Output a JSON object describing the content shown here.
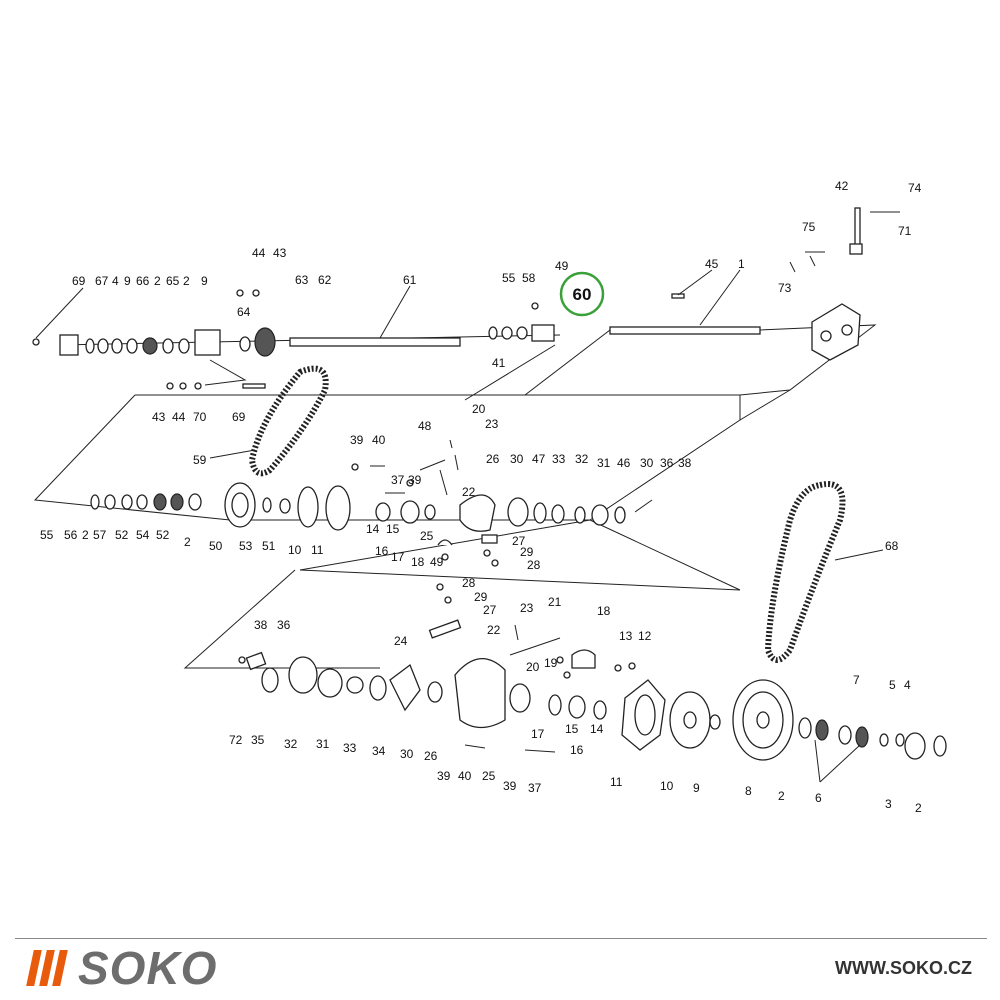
{
  "diagram": {
    "highlight_label": "60",
    "highlight_color": "#3aa03a",
    "labels": {
      "top_left": [
        "69",
        "67",
        "4",
        "9",
        "66",
        "2",
        "65",
        "2",
        "9",
        "44",
        "43",
        "63",
        "62",
        "61",
        "64",
        "43",
        "44",
        "70",
        "69",
        "55",
        "58",
        "49",
        "41"
      ],
      "top_right": [
        "45",
        "1",
        "42",
        "74",
        "75",
        "71",
        "73"
      ],
      "middle": [
        "59",
        "39",
        "40",
        "48",
        "20",
        "23",
        "37",
        "39",
        "26",
        "30",
        "47",
        "33",
        "32",
        "31",
        "46",
        "30",
        "36",
        "38",
        "22",
        "55",
        "56",
        "2",
        "57",
        "52",
        "54",
        "52",
        "2",
        "50",
        "53",
        "51",
        "10",
        "11",
        "14",
        "15",
        "16",
        "17",
        "25",
        "27",
        "29",
        "28",
        "18",
        "49"
      ],
      "belt": [
        "68"
      ],
      "bottom": [
        "28",
        "29",
        "27",
        "23",
        "21",
        "18",
        "24",
        "22",
        "19",
        "20",
        "13",
        "12",
        "38",
        "36",
        "72",
        "35",
        "32",
        "31",
        "33",
        "34",
        "30",
        "26",
        "39",
        "40",
        "25",
        "39",
        "37",
        "17",
        "15",
        "14",
        "16",
        "11",
        "10",
        "9",
        "8",
        "7",
        "5",
        "4",
        "2",
        "6",
        "3",
        "2"
      ]
    }
  },
  "footer": {
    "brand": "SOKO",
    "url": "WWW.SOKO.CZ",
    "brand_bar_color": "#e85b0c",
    "brand_text_color": "#6d6d6d"
  }
}
